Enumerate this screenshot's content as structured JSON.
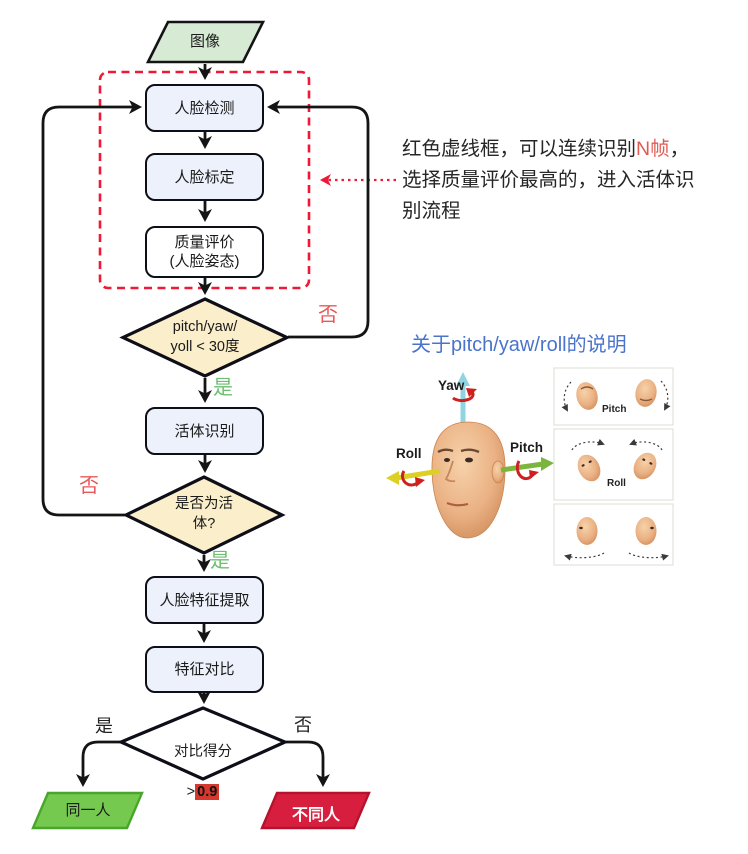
{
  "colors": {
    "accent_red": "#ed1c3a",
    "box_fill": "#edf1fb",
    "diamond_fill": "#fbeecb",
    "start_fill": "#d7ebd4",
    "same_fill": "#76c94f",
    "diff_fill": "#d81e3e",
    "yes_green": "#6cbf70",
    "no_red": "#e85959",
    "heading_blue": "#4a74cc",
    "score_highlight": "#d6382e"
  },
  "flow": {
    "start": "图像",
    "face_detect": "人脸检测",
    "face_align": "人脸标定",
    "quality": "质量评价\n(人脸姿态)",
    "pose_check": "pitch/yaw/\nyoll < 30度",
    "yes": "是",
    "no": "否",
    "liveness": "活体识别",
    "liveness_check": "是否为活\n体?",
    "feature_extract": "人脸特征提取",
    "feature_compare": "特征对比",
    "score_title": "对比得分",
    "score_gt": ">",
    "score_value": "0.9",
    "same_person": "同一人",
    "diff_person": "不同人"
  },
  "annotation": {
    "line1_pre": "红色虚线框，可以连续识别",
    "line1_accent": "N帧",
    "line1_post": "，",
    "line2": "选择质量评价最高的，进入活体识",
    "line3": "别流程"
  },
  "illustration": {
    "heading": "关于pitch/yaw/roll的说明",
    "yaw_label": "Yaw",
    "roll_label": "Roll",
    "pitch_label": "Pitch",
    "panel_pitch_label": "Pitch",
    "panel_roll_label": "Roll"
  }
}
